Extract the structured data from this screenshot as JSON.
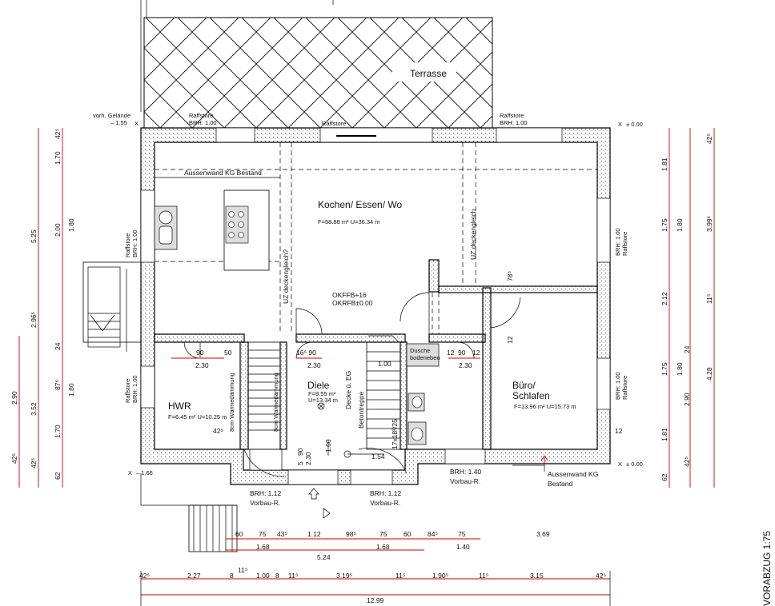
{
  "rooms": {
    "terrace": "Terrasse",
    "kitchen": "Kochen/ Essen/ Wo",
    "kitchen_area": "F=58.88 m² U=36.34 m",
    "hwr": "HWR",
    "hwr_area": "F=6.45 m² U=10.25 m",
    "diele": "Diele",
    "diele_area_f": "F=9.55 m²",
    "diele_area_u": "U=13.34 m",
    "buero_1": "Büro/",
    "buero_2": "Schlafen",
    "buero_area": "F=13.96 m² U=15.73 m"
  },
  "labels": {
    "vorh_gelaende": "vorh. Gelände",
    "level_minus155": "– 1.55",
    "level_zero_top": "± 0.00",
    "level_zero_right": "± 0.00",
    "level_left": "– 1.66",
    "raffstore_top_left": "Raffstore",
    "brh_top_left": "BRH: 1.00",
    "raffstore_top_mid": "Raffstore",
    "raffstore_top_right": "Raffstore",
    "brh_top_right": "BRH: 1.00",
    "aussenwand_kg": "Aussenwand KG Bestand",
    "okffb_1": "OKFFB+16",
    "okffb_2": "OKRFB±0.00",
    "uz_1": "UZ deckengleich?",
    "uz_2": "UZ deckengleich",
    "raffstore_left_upper": "Raffstore",
    "brh_left_upper": "BRH: 1.00",
    "raffstore_left_lower": "Raffstore",
    "brh_left_lower": "BRH: 1.00",
    "raffstore_right_upper": "Raffstore",
    "brh_right_upper": "BRH: 1.00",
    "raffstore_right_lower": "Raffstore",
    "brh_right_lower": "BRH: 1.00",
    "daemmung_1": "8cm Wärmedämmung",
    "daemmung_2": "8cm Wärmedämmung",
    "decke_eg": "Decke ü. EG",
    "betontreppe": "Betontreppe",
    "stair_ratio": "17x18²/25",
    "dusche_1": "Dusche",
    "dusche_2": "bodeneben",
    "brh_bottom_left": "BRH: 1.12",
    "vorbau_left": "Vorbau-R.",
    "brh_bottom_mid": "BRH: 1.12",
    "vorbau_mid": "Vorbau-R.",
    "brh_bottom_right": "BRH: 1.40",
    "vorbau_right": "Vorbau-R.",
    "aussenwand_bestand_1": "Aussenwand KG",
    "aussenwand_bestand_2": "Bestand",
    "title_vertical": "VORABZUG 1:75",
    "x_mark": "X"
  },
  "dims": {
    "left_outer": [
      "5.25",
      "2.96⁵",
      "2.90",
      "3.52",
      "42⁵"
    ],
    "left_inner": [
      "42⁵",
      "1.70",
      "2.00",
      "1.80",
      "24",
      "87⁵",
      "1.80",
      "1.70",
      "62"
    ],
    "left_small": [
      "42⁵",
      "42⁵"
    ],
    "right_inner": [
      "1.81",
      "1.75",
      "1.80",
      "2.12",
      "1.75",
      "1.80",
      "2.90",
      "1.81",
      "62",
      "42⁵"
    ],
    "right_outer": [
      "42⁵",
      "3.99⁵",
      "11⁵",
      "4.28",
      "24",
      "42⁵"
    ],
    "interior_hwr": [
      "90",
      "50",
      "2.30",
      "42⁵"
    ],
    "interior_diele": [
      "16⁵ 90",
      "1.00",
      "90",
      "5",
      "2.30",
      "1.00",
      "1.54"
    ],
    "interior_bath": [
      "12",
      "90",
      "2.30",
      "12",
      "78⁵",
      "12"
    ],
    "bottom_row1": [
      "60",
      "75",
      "43⁵",
      "1.12",
      "98⁵",
      "75",
      "60",
      "84⁵",
      "75",
      "3.69"
    ],
    "bottom_row1_sub": [
      "1.68",
      "1.68",
      "1.40"
    ],
    "bottom_total_mid": "5.24",
    "bottom_row2": [
      "42⁵",
      "2.27",
      "8",
      "11⁵",
      "1.00",
      "8",
      "11⁵",
      "3.19⁵",
      "11⁵",
      "1.90⁵",
      "11⁵",
      "3.15",
      "42⁵"
    ],
    "bottom_total": "12.99"
  }
}
